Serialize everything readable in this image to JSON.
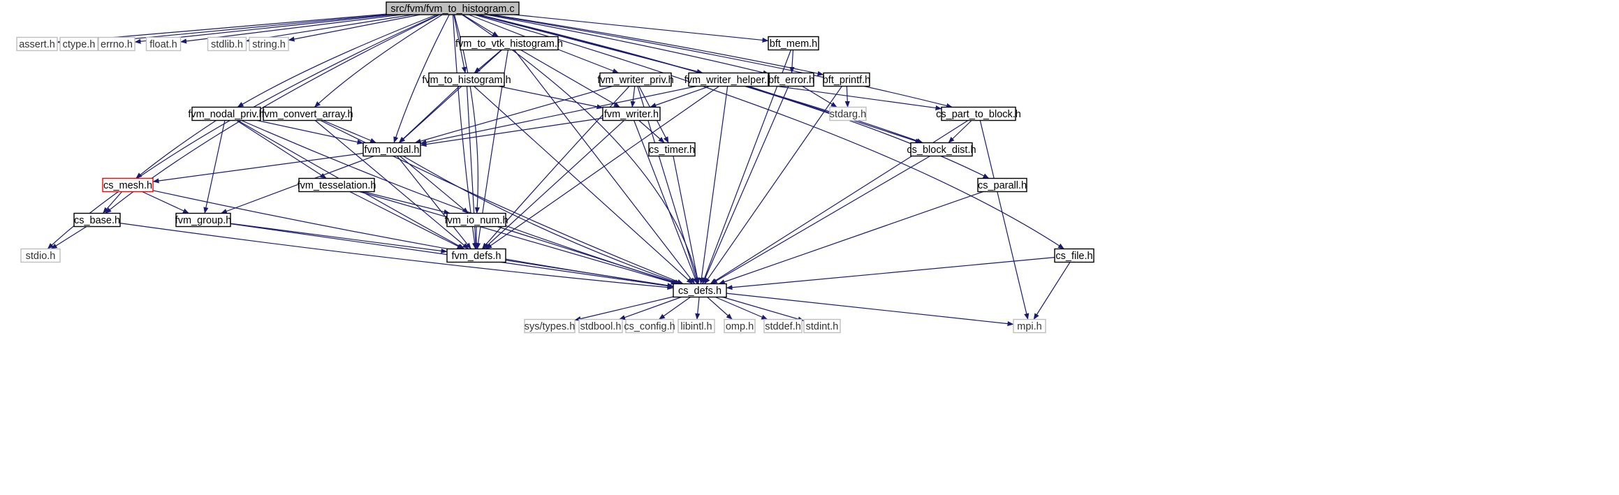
{
  "graph": {
    "title": "src/fvm/fvm_to_histogram.c",
    "colors": {
      "edge": "#191970",
      "border_normal": "#000000",
      "border_system": "#bfbfbf",
      "border_truncated": "#ff0000",
      "fill_root": "#bfbfbf",
      "fill_normal": "#ffffff",
      "text_normal": "#000000",
      "text_system": "#333333"
    },
    "nodes": [
      {
        "id": "root",
        "label": "src/fvm/fvm_to_histogram.c",
        "kind": "root"
      },
      {
        "id": "assert",
        "label": "assert.h",
        "kind": "system"
      },
      {
        "id": "ctype",
        "label": "ctype.h",
        "kind": "system"
      },
      {
        "id": "errno",
        "label": "errno.h",
        "kind": "system"
      },
      {
        "id": "float",
        "label": "float.h",
        "kind": "system"
      },
      {
        "id": "stdlib",
        "label": "stdlib.h",
        "kind": "system"
      },
      {
        "id": "string",
        "label": "string.h",
        "kind": "system"
      },
      {
        "id": "stdio",
        "label": "stdio.h",
        "kind": "system"
      },
      {
        "id": "stdarg",
        "label": "stdarg.h",
        "kind": "system"
      },
      {
        "id": "mpi",
        "label": "mpi.h",
        "kind": "system"
      },
      {
        "id": "systypes",
        "label": "sys/types.h",
        "kind": "system"
      },
      {
        "id": "stdbool",
        "label": "stdbool.h",
        "kind": "system"
      },
      {
        "id": "csconfig",
        "label": "cs_config.h",
        "kind": "system"
      },
      {
        "id": "libintl",
        "label": "libintl.h",
        "kind": "system"
      },
      {
        "id": "omp",
        "label": "omp.h",
        "kind": "system"
      },
      {
        "id": "stddef",
        "label": "stddef.h",
        "kind": "system"
      },
      {
        "id": "stdint",
        "label": "stdint.h",
        "kind": "system"
      },
      {
        "id": "fvm_to_vtk_histogram",
        "label": "fvm_to_vtk_histogram.h",
        "kind": "normal"
      },
      {
        "id": "bft_mem",
        "label": "bft_mem.h",
        "kind": "normal"
      },
      {
        "id": "fvm_to_histogram",
        "label": "fvm_to_histogram.h",
        "kind": "normal"
      },
      {
        "id": "fvm_writer_priv",
        "label": "fvm_writer_priv.h",
        "kind": "normal"
      },
      {
        "id": "fvm_writer_helper",
        "label": "fvm_writer_helper.h",
        "kind": "normal"
      },
      {
        "id": "bft_error",
        "label": "bft_error.h",
        "kind": "normal"
      },
      {
        "id": "bft_printf",
        "label": "bft_printf.h",
        "kind": "normal"
      },
      {
        "id": "fvm_nodal_priv",
        "label": "fvm_nodal_priv.h",
        "kind": "normal"
      },
      {
        "id": "fvm_convert_array",
        "label": "fvm_convert_array.h",
        "kind": "normal"
      },
      {
        "id": "fvm_writer",
        "label": "fvm_writer.h",
        "kind": "normal"
      },
      {
        "id": "cs_part_to_block",
        "label": "cs_part_to_block.h",
        "kind": "normal"
      },
      {
        "id": "fvm_nodal",
        "label": "fvm_nodal.h",
        "kind": "normal"
      },
      {
        "id": "cs_timer",
        "label": "cs_timer.h",
        "kind": "normal"
      },
      {
        "id": "cs_block_dist",
        "label": "cs_block_dist.h",
        "kind": "normal"
      },
      {
        "id": "cs_mesh",
        "label": "cs_mesh.h",
        "kind": "truncated"
      },
      {
        "id": "fvm_tesselation",
        "label": "fvm_tesselation.h",
        "kind": "normal"
      },
      {
        "id": "cs_parall",
        "label": "cs_parall.h",
        "kind": "normal"
      },
      {
        "id": "cs_base",
        "label": "cs_base.h",
        "kind": "normal"
      },
      {
        "id": "fvm_group",
        "label": "fvm_group.h",
        "kind": "normal"
      },
      {
        "id": "fvm_io_num",
        "label": "fvm_io_num.h",
        "kind": "normal"
      },
      {
        "id": "cs_file",
        "label": "cs_file.h",
        "kind": "normal"
      },
      {
        "id": "fvm_defs",
        "label": "fvm_defs.h",
        "kind": "normal"
      },
      {
        "id": "cs_defs",
        "label": "cs_defs.h",
        "kind": "normal"
      }
    ],
    "edges": [
      [
        "root",
        "assert"
      ],
      [
        "root",
        "ctype"
      ],
      [
        "root",
        "errno"
      ],
      [
        "root",
        "float"
      ],
      [
        "root",
        "stdlib"
      ],
      [
        "root",
        "string"
      ],
      [
        "root",
        "stdio"
      ],
      [
        "root",
        "cs_base"
      ],
      [
        "root",
        "fvm_nodal_priv"
      ],
      [
        "root",
        "fvm_convert_array"
      ],
      [
        "root",
        "fvm_nodal"
      ],
      [
        "root",
        "fvm_defs"
      ],
      [
        "root",
        "fvm_to_histogram"
      ],
      [
        "root",
        "fvm_to_vtk_histogram"
      ],
      [
        "root",
        "fvm_io_num"
      ],
      [
        "root",
        "fvm_writer_priv"
      ],
      [
        "root",
        "fvm_writer_helper"
      ],
      [
        "root",
        "bft_error"
      ],
      [
        "root",
        "bft_printf"
      ],
      [
        "root",
        "bft_mem"
      ],
      [
        "root",
        "cs_block_dist"
      ],
      [
        "root",
        "cs_part_to_block"
      ],
      [
        "root",
        "cs_defs"
      ],
      [
        "root",
        "cs_parall"
      ],
      [
        "root",
        "cs_file"
      ],
      [
        "fvm_to_vtk_histogram",
        "fvm_to_histogram"
      ],
      [
        "fvm_to_vtk_histogram",
        "fvm_nodal"
      ],
      [
        "fvm_to_vtk_histogram",
        "fvm_writer"
      ],
      [
        "fvm_to_vtk_histogram",
        "fvm_defs"
      ],
      [
        "fvm_to_vtk_histogram",
        "cs_defs"
      ],
      [
        "bft_mem",
        "bft_error"
      ],
      [
        "bft_mem",
        "cs_defs"
      ],
      [
        "fvm_to_histogram",
        "fvm_writer"
      ],
      [
        "fvm_to_histogram",
        "fvm_nodal"
      ],
      [
        "fvm_to_histogram",
        "fvm_defs"
      ],
      [
        "fvm_to_histogram",
        "cs_defs"
      ],
      [
        "fvm_writer_priv",
        "fvm_writer"
      ],
      [
        "fvm_writer_priv",
        "fvm_nodal"
      ],
      [
        "fvm_writer_priv",
        "cs_timer"
      ],
      [
        "fvm_writer_priv",
        "fvm_defs"
      ],
      [
        "fvm_writer_priv",
        "cs_defs"
      ],
      [
        "fvm_writer_helper",
        "fvm_writer"
      ],
      [
        "fvm_writer_helper",
        "fvm_nodal"
      ],
      [
        "fvm_writer_helper",
        "cs_part_to_block"
      ],
      [
        "fvm_writer_helper",
        "cs_block_dist"
      ],
      [
        "fvm_writer_helper",
        "fvm_defs"
      ],
      [
        "fvm_writer_helper",
        "cs_defs"
      ],
      [
        "bft_error",
        "stdarg"
      ],
      [
        "bft_error",
        "cs_defs"
      ],
      [
        "bft_printf",
        "stdarg"
      ],
      [
        "bft_printf",
        "cs_defs"
      ],
      [
        "fvm_nodal_priv",
        "fvm_nodal"
      ],
      [
        "fvm_nodal_priv",
        "cs_mesh"
      ],
      [
        "fvm_nodal_priv",
        "fvm_tesselation"
      ],
      [
        "fvm_nodal_priv",
        "fvm_group"
      ],
      [
        "fvm_nodal_priv",
        "fvm_defs"
      ],
      [
        "fvm_nodal_priv",
        "cs_defs"
      ],
      [
        "fvm_convert_array",
        "fvm_nodal"
      ],
      [
        "fvm_convert_array",
        "fvm_defs"
      ],
      [
        "fvm_convert_array",
        "cs_defs"
      ],
      [
        "fvm_writer",
        "fvm_nodal"
      ],
      [
        "fvm_writer",
        "cs_timer"
      ],
      [
        "fvm_writer",
        "fvm_defs"
      ],
      [
        "fvm_writer",
        "cs_defs"
      ],
      [
        "cs_part_to_block",
        "cs_block_dist"
      ],
      [
        "cs_part_to_block",
        "cs_defs"
      ],
      [
        "cs_part_to_block",
        "mpi"
      ],
      [
        "fvm_nodal",
        "cs_mesh"
      ],
      [
        "fvm_nodal",
        "fvm_group"
      ],
      [
        "fvm_nodal",
        "fvm_io_num"
      ],
      [
        "fvm_nodal",
        "fvm_defs"
      ],
      [
        "fvm_nodal",
        "cs_defs"
      ],
      [
        "cs_timer",
        "cs_defs"
      ],
      [
        "cs_block_dist",
        "cs_defs"
      ],
      [
        "cs_mesh",
        "cs_base"
      ],
      [
        "cs_mesh",
        "fvm_group"
      ],
      [
        "cs_mesh",
        "cs_defs"
      ],
      [
        "fvm_tesselation",
        "fvm_io_num"
      ],
      [
        "fvm_tesselation",
        "fvm_defs"
      ],
      [
        "fvm_tesselation",
        "cs_defs"
      ],
      [
        "cs_parall",
        "cs_defs"
      ],
      [
        "cs_base",
        "stdio"
      ],
      [
        "cs_base",
        "cs_defs"
      ],
      [
        "fvm_group",
        "fvm_defs"
      ],
      [
        "fvm_group",
        "cs_defs"
      ],
      [
        "fvm_io_num",
        "fvm_defs"
      ],
      [
        "fvm_io_num",
        "cs_defs"
      ],
      [
        "cs_file",
        "cs_defs"
      ],
      [
        "cs_file",
        "mpi"
      ],
      [
        "fvm_defs",
        "cs_defs"
      ],
      [
        "cs_defs",
        "systypes"
      ],
      [
        "cs_defs",
        "stdbool"
      ],
      [
        "cs_defs",
        "csconfig"
      ],
      [
        "cs_defs",
        "libintl"
      ],
      [
        "cs_defs",
        "omp"
      ],
      [
        "cs_defs",
        "stddef"
      ],
      [
        "cs_defs",
        "stdint"
      ],
      [
        "cs_defs",
        "mpi"
      ]
    ]
  }
}
